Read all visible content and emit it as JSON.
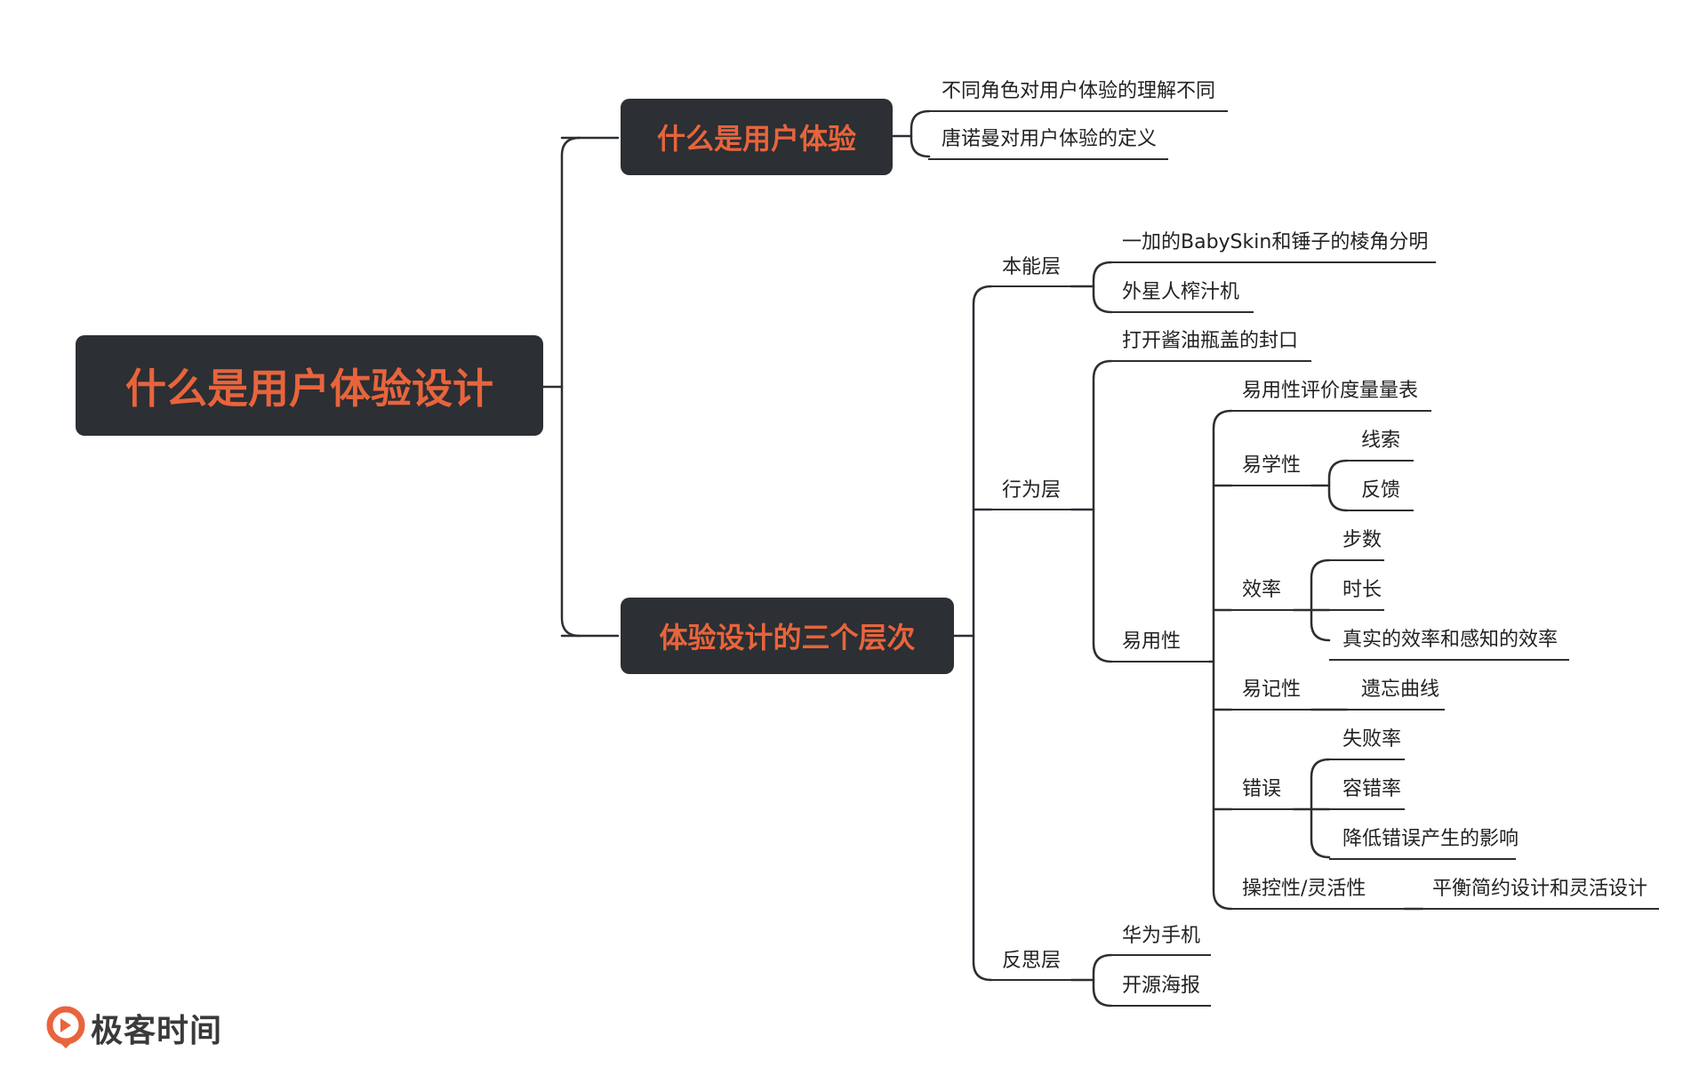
{
  "root": "什么是用户体验设计",
  "branch1": {
    "title": "什么是用户体验",
    "items": [
      "不同角色对用户体验的理解不同",
      "唐诺曼对用户体验的定义"
    ]
  },
  "branch2": {
    "title": "体验设计的三个层次",
    "visceral": {
      "label": "本能层",
      "items": [
        "一加的BabySkin和锤子的棱角分明",
        "外星人榨汁机"
      ]
    },
    "behavioral": {
      "label": "行为层",
      "item1": "打开酱油瓶盖的封口",
      "usability": {
        "label": "易用性",
        "scale": "易用性评价度量量表",
        "learnability": {
          "label": "易学性",
          "items": [
            "线索",
            "反馈"
          ]
        },
        "efficiency": {
          "label": "效率",
          "items": [
            "步数",
            "时长",
            "真实的效率和感知的效率"
          ]
        },
        "memorability": {
          "label": "易记性",
          "items": [
            "遗忘曲线"
          ]
        },
        "errors": {
          "label": "错误",
          "items": [
            "失败率",
            "容错率",
            "降低错误产生的影响"
          ]
        },
        "control": {
          "label": "操控性/灵活性",
          "items": [
            "平衡简约设计和灵活设计"
          ]
        }
      }
    },
    "reflective": {
      "label": "反思层",
      "items": [
        "华为手机",
        "开源海报"
      ]
    }
  },
  "logo": {
    "text": "极客时间",
    "icon": "geektime-logo-icon",
    "color": "#e8643c"
  },
  "colors": {
    "node_bg": "#2c2f33",
    "node_text": "#e8643c",
    "line": "#2c2f33"
  }
}
